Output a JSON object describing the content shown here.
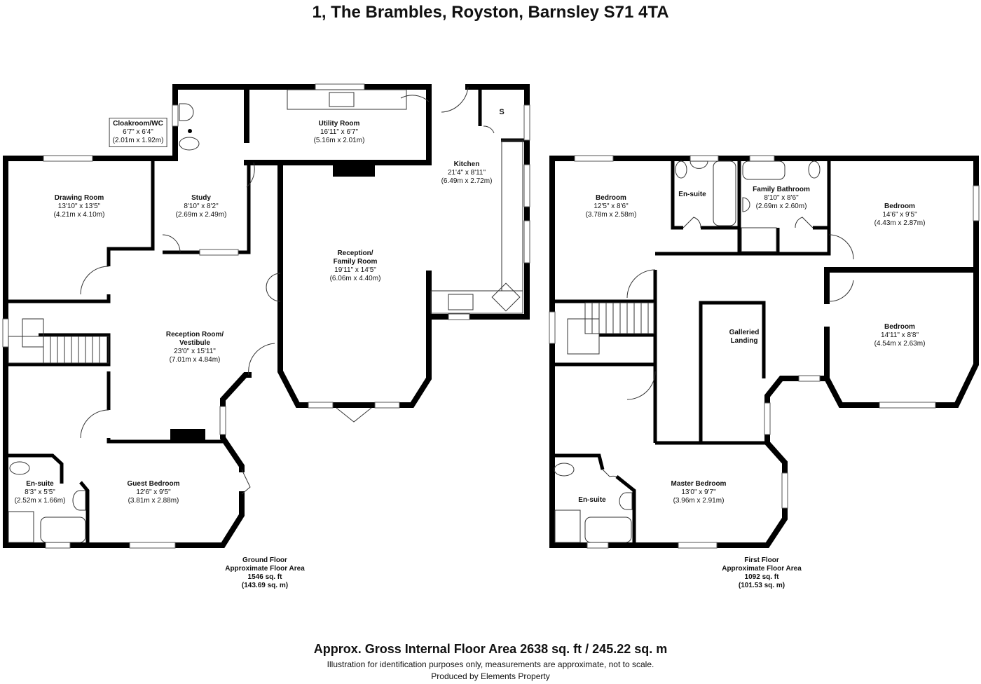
{
  "title": "1, The Brambles, Royston, Barnsley S71 4TA",
  "ground_floor": {
    "rooms": [
      {
        "name": "Cloakroom/WC",
        "imperial": "6'7\" x 6'4\"",
        "metric": "(2.01m x 1.92m)"
      },
      {
        "name": "Utility Room",
        "imperial": "16'11\" x 6'7\"",
        "metric": "(5.16m x 2.01m)"
      },
      {
        "name": "Kitchen",
        "imperial": "21'4\" x 8'11\"",
        "metric": "(6.49m x 2.72m)"
      },
      {
        "name": "Drawing Room",
        "imperial": "13'10\" x 13'5\"",
        "metric": "(4.21m x 4.10m)"
      },
      {
        "name": "Study",
        "imperial": "8'10\" x 8'2\"",
        "metric": "(2.69m x 2.49m)"
      },
      {
        "name": "Reception/",
        "name2": "Family Room",
        "imperial": "19'11\" x 14'5\"",
        "metric": "(6.06m x 4.40m)"
      },
      {
        "name": "Reception Room/",
        "name2": "Vestibule",
        "imperial": "23'0\" x 15'11\"",
        "metric": "(7.01m x 4.84m)"
      },
      {
        "name": "Guest Bedroom",
        "imperial": "12'6\" x 9'5\"",
        "metric": "(3.81m x 2.88m)"
      },
      {
        "name": "En-suite",
        "imperial": "8'3\" x 5'5\"",
        "metric": "(2.52m x 1.66m)"
      }
    ],
    "store_label": "S",
    "area": {
      "floor": "Ground Floor",
      "label": "Approximate Floor Area",
      "sqft": "1546 sq. ft",
      "sqm": "(143.69 sq. m)"
    }
  },
  "first_floor": {
    "rooms": [
      {
        "name": "Bedroom",
        "imperial": "12'5\" x 8'6\"",
        "metric": "(3.78m x 2.58m)"
      },
      {
        "name": "En-suite"
      },
      {
        "name": "Family Bathroom",
        "imperial": "8'10\" x 8'6\"",
        "metric": "(2.69m x 2.60m)"
      },
      {
        "name": "Bedroom",
        "imperial": "14'6\" x 9'5\"",
        "metric": "(4.43m x 2.87m)"
      },
      {
        "name": "Bedroom",
        "imperial": "14'11\" x 8'8\"",
        "metric": "(4.54m x 2.63m)"
      },
      {
        "name": "Galleried",
        "name2": "Landing"
      },
      {
        "name": "Master Bedroom",
        "imperial": "13'0\" x 9'7\"",
        "metric": "(3.96m x 2.91m)"
      },
      {
        "name": "En-suite"
      }
    ],
    "area": {
      "floor": "First Floor",
      "label": "Approximate Floor Area",
      "sqft": "1092 sq. ft",
      "sqm": "(101.53 sq. m)"
    }
  },
  "footer": {
    "gross": "Approx. Gross Internal Floor Area 2638 sq. ft / 245.22 sq. m",
    "disclaimer": "Illustration for identification purposes only, measurements are approximate, not to scale.",
    "producer": "Produced by Elements Property"
  }
}
